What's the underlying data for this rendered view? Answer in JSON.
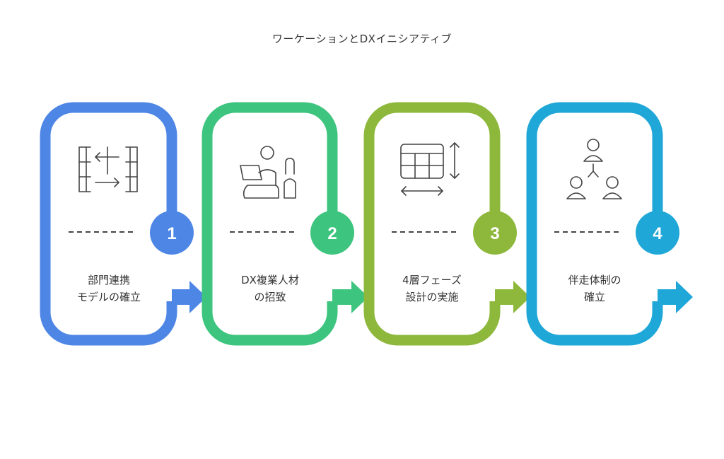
{
  "title": "ワーケーションとDXイニシアティブ",
  "colors": {
    "step1": "#4E86E6",
    "step2": "#3DC47E",
    "step3": "#8DB83B",
    "step4": "#1FA7D8",
    "icon": "#444444",
    "text": "#333333"
  },
  "steps": [
    {
      "number": "1",
      "label_line1": "部門連携",
      "label_line2": "モデルの確立",
      "icon": "department-linkage-icon"
    },
    {
      "number": "2",
      "label_line1": "DX複業人材",
      "label_line2": "の招致",
      "icon": "remote-worker-icon"
    },
    {
      "number": "3",
      "label_line1": "4層フェーズ",
      "label_line2": "設計の実施",
      "icon": "grid-layout-icon"
    },
    {
      "number": "4",
      "label_line1": "伴走体制の",
      "label_line2": "確立",
      "icon": "team-hierarchy-icon"
    }
  ]
}
